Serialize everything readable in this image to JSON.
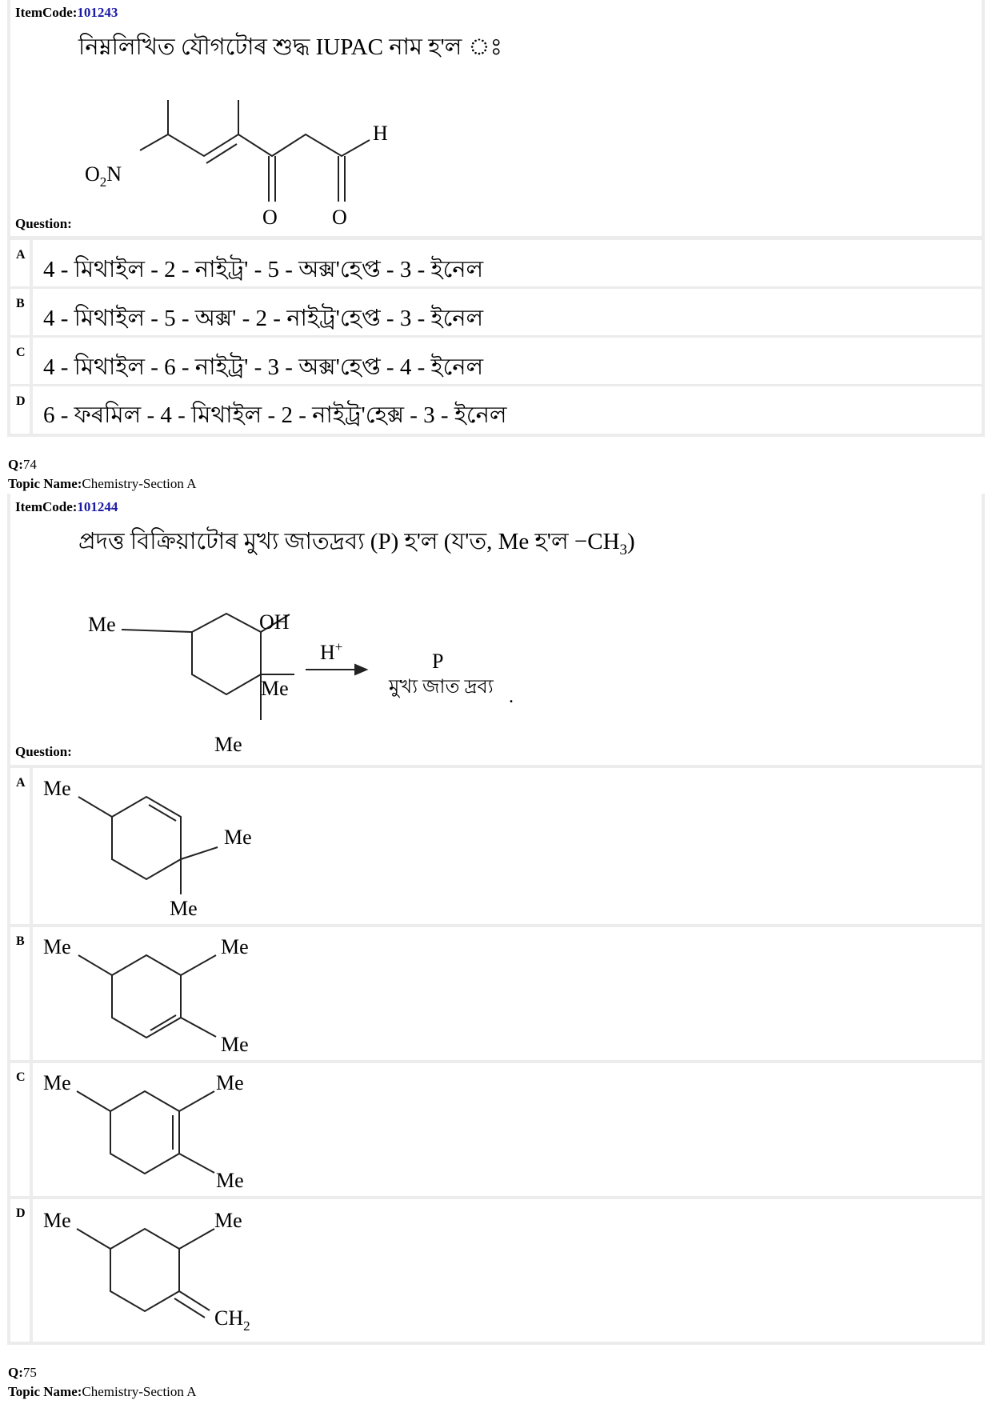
{
  "item1": {
    "itemcode_label": "ItemCode:",
    "itemcode": "101243",
    "stem": "নিম্নলিখিত যৌগটোৰ শুদ্ধ IUPAC নাম হ'ল ঃ",
    "question_label": "Question:",
    "structure_labels": {
      "o2n": "O",
      "o2n_sub": "2",
      "o2n_n": "N",
      "h": "H",
      "o1": "O",
      "o2": "O"
    },
    "options": [
      {
        "letter": "A",
        "text": "4 - মিথাইল - 2 - নাইট্ৰ' - 5 - অক্স'হেপ্ত - 3 - ইনেল"
      },
      {
        "letter": "B",
        "text": "4 - মিথাইল - 5 - অক্স' - 2 - নাইট্ৰ'হেপ্ত - 3 - ইনেল"
      },
      {
        "letter": "C",
        "text": "4 - মিথাইল - 6 - নাইট্ৰ' - 3 - অক্স'হেপ্ত - 4 - ইনেল"
      },
      {
        "letter": "D",
        "text": "6 - ফৰমিল - 4 - মিথাইল - 2 - নাইট্ৰ'হেক্স - 3 - ইনেল"
      }
    ]
  },
  "q74": {
    "q_label": "Q:",
    "q_number": "74",
    "topic_label": "Topic Name:",
    "topic": "Chemistry-Section A"
  },
  "item2": {
    "itemcode_label": "ItemCode:",
    "itemcode": "101244",
    "stem": "প্ৰদত্ত বিক্ৰিয়াটোৰ মুখ্য জাতদ্ৰব্য (P) হ'ল (য'ত, Me হ'ল  −CH",
    "stem_sub": "3",
    "stem_close": ")",
    "question_label": "Question:",
    "reaction_labels": {
      "me": "Me",
      "oh": "OH",
      "me2": "Me",
      "me3": "Me",
      "reagent": "H",
      "reagent_sup": "+",
      "product": "P",
      "product_caption": "মুখ্য জাত দ্ৰব্য",
      "dot": "."
    },
    "options": [
      {
        "letter": "A",
        "labels": [
          "Me",
          "Me",
          "Me"
        ]
      },
      {
        "letter": "B",
        "labels": [
          "Me",
          "Me",
          "Me"
        ]
      },
      {
        "letter": "C",
        "labels": [
          "Me",
          "Me",
          "Me"
        ]
      },
      {
        "letter": "D",
        "labels": [
          "Me",
          "Me",
          "CH",
          "2"
        ]
      }
    ]
  },
  "q75": {
    "q_label": "Q:",
    "q_number": "75",
    "topic_label": "Topic Name:",
    "topic": "Chemistry-Section A"
  }
}
